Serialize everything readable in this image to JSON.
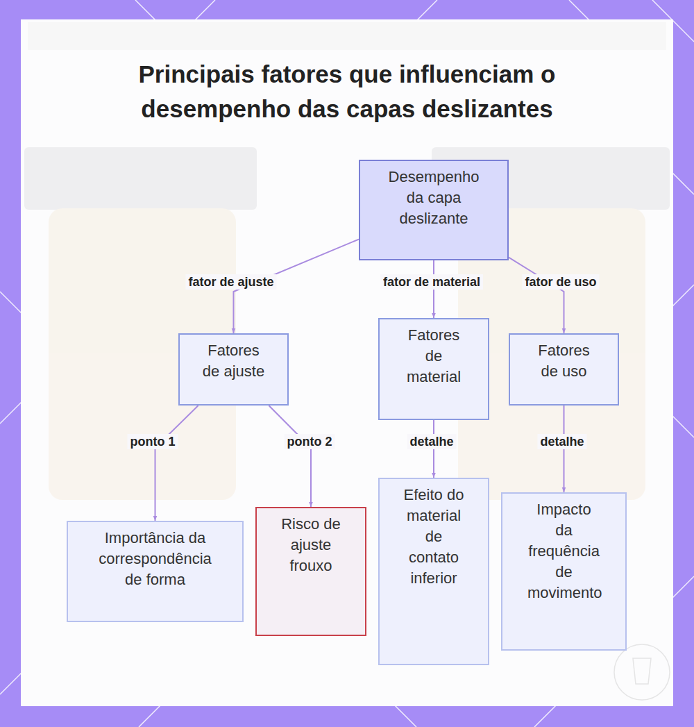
{
  "diagram": {
    "title": "Principais fatores que influenciam o desempenho das capas deslizantes",
    "nodes": [
      {
        "text": [
          "Desempenho da capa deslizante"
        ]
      },
      {
        "text": [
          "Fatores de ajuste"
        ]
      },
      {
        "text": [
          "Fatores de material"
        ]
      },
      {
        "text": [
          "Fatores de uso"
        ]
      },
      {
        "text": [
          "Importância da correspondência de forma"
        ]
      },
      {
        "text": [
          "Risco de ajuste frouxo"
        ]
      },
      {
        "text": [
          "Efeito do material de contato inferior"
        ]
      },
      {
        "text": [
          "Impacto da frequência de movimento"
        ]
      }
    ],
    "edges": [
      {
        "from": 0,
        "to": 1,
        "label": "fator de ajuste",
        "arrow": "to"
      },
      {
        "from": 0,
        "to": 2,
        "label": "fator de material",
        "arrow": "to"
      },
      {
        "from": 0,
        "to": 3,
        "label": "fator de uso",
        "arrow": "to"
      },
      {
        "from": 1,
        "to": 4,
        "label": "ponto 1",
        "arrow": "to"
      },
      {
        "from": 1,
        "to": 5,
        "label": "ponto 2",
        "arrow": "to"
      },
      {
        "from": 2,
        "to": 6,
        "label": "detalhe",
        "arrow": "to"
      },
      {
        "from": 3,
        "to": 7,
        "label": "detalhe",
        "arrow": "to"
      }
    ]
  }
}
